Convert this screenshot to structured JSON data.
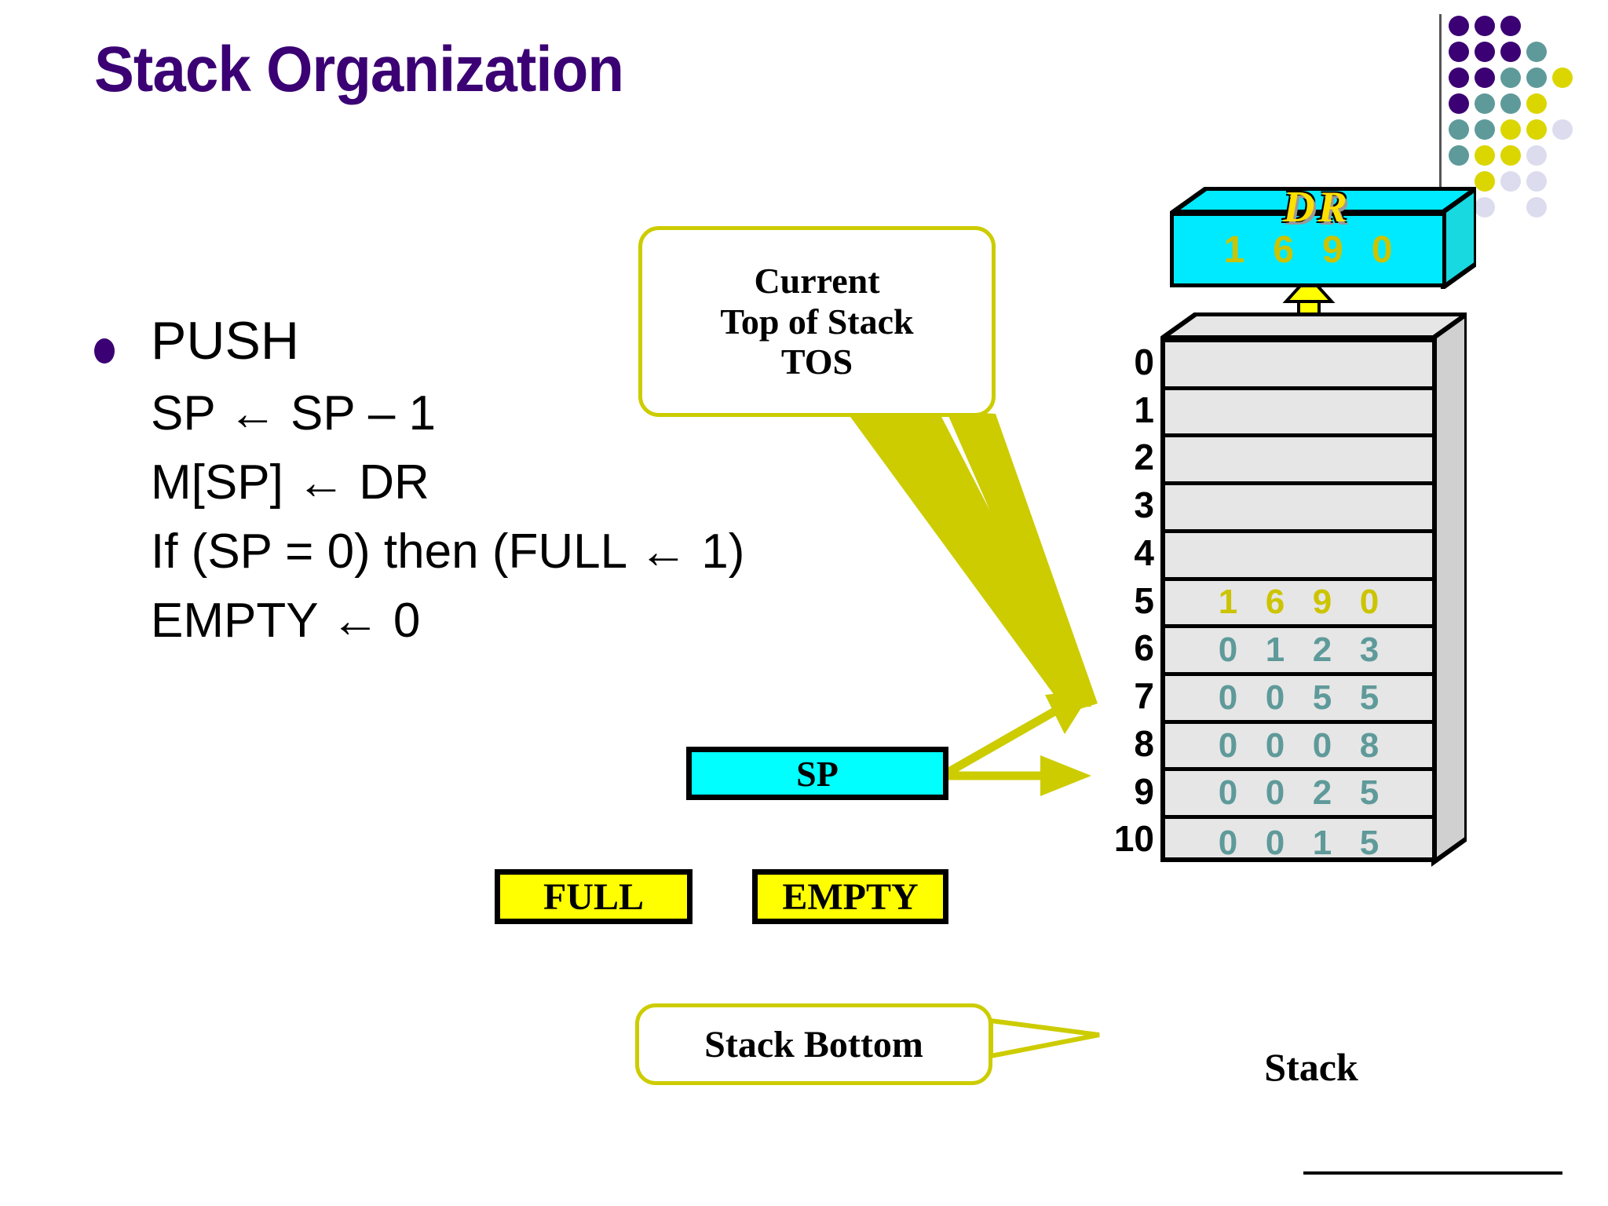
{
  "slide": {
    "title": "Stack Organization",
    "title_color": "#3b0073"
  },
  "bullets": [
    {
      "label": "PUSH",
      "lines": [
        "SP ← SP – 1",
        "M[SP] ← DR",
        "If (SP = 0) then (FULL ← 1)",
        "EMPTY ← 0"
      ]
    }
  ],
  "callouts": {
    "tos": {
      "line1": "Current",
      "line2": "Top of Stack",
      "line3": "TOS",
      "border_color": "#cccc00"
    },
    "stack_bottom": {
      "label": "Stack Bottom",
      "border_color": "#cccc00"
    }
  },
  "boxes": {
    "sp": {
      "label": "SP",
      "fill": "#00ffff"
    },
    "full": {
      "label": "FULL",
      "fill": "#ffff00"
    },
    "empty": {
      "label": "EMPTY",
      "fill": "#ffff00"
    }
  },
  "dr_register": {
    "label": "DR",
    "label_color": "#ffe000",
    "fill": "#00eaff",
    "digits": [
      "1",
      "6",
      "9",
      "0"
    ],
    "digit_color": "#ccc400"
  },
  "stack": {
    "caption": "Stack",
    "fill": "#e6e6e6",
    "tos_index": 5,
    "tos_color": "#ccc400",
    "value_color": "#5f9a9a",
    "rows": [
      {
        "index": "0",
        "digits": []
      },
      {
        "index": "1",
        "digits": []
      },
      {
        "index": "2",
        "digits": []
      },
      {
        "index": "3",
        "digits": []
      },
      {
        "index": "4",
        "digits": []
      },
      {
        "index": "5",
        "digits": [
          "1",
          "6",
          "9",
          "0"
        ]
      },
      {
        "index": "6",
        "digits": [
          "0",
          "1",
          "2",
          "3"
        ]
      },
      {
        "index": "7",
        "digits": [
          "0",
          "0",
          "5",
          "5"
        ]
      },
      {
        "index": "8",
        "digits": [
          "0",
          "0",
          "0",
          "8"
        ]
      },
      {
        "index": "9",
        "digits": [
          "0",
          "0",
          "2",
          "5"
        ]
      },
      {
        "index": "10",
        "digits": [
          "0",
          "0",
          "1",
          "5"
        ]
      }
    ]
  },
  "decor": {
    "palette": {
      "purple": "#3b0073",
      "teal": "#5f9a9a",
      "yellow": "#dbd600",
      "lavender": "#dcdcee"
    },
    "grid": [
      [
        "purple",
        "purple",
        "purple",
        "",
        ""
      ],
      [
        "purple",
        "purple",
        "purple",
        "teal",
        ""
      ],
      [
        "purple",
        "purple",
        "teal",
        "teal",
        "yellow"
      ],
      [
        "purple",
        "teal",
        "teal",
        "yellow",
        ""
      ],
      [
        "teal",
        "teal",
        "yellow",
        "yellow",
        "lavender"
      ],
      [
        "teal",
        "yellow",
        "yellow",
        "lavender",
        ""
      ],
      [
        "",
        "yellow",
        "lavender",
        "lavender",
        ""
      ],
      [
        "",
        "lavender",
        "",
        "lavender",
        ""
      ]
    ]
  },
  "connectors": {
    "color": "#cccc00"
  }
}
